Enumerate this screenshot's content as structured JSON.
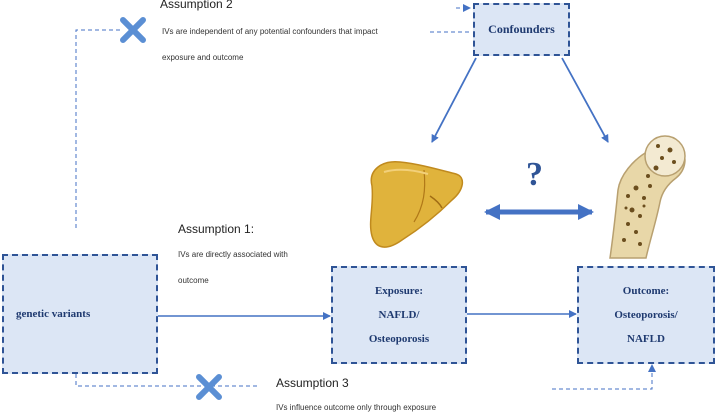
{
  "boxes": {
    "confounders": "Confounders",
    "genetic_variants": "genetic variants",
    "exposure": [
      "Exposure:",
      "NAFLD/",
      "Osteoporosis"
    ],
    "outcome": [
      "Outcome:",
      "Osteoporosis/",
      "NAFLD"
    ]
  },
  "assumptions": {
    "a2": {
      "title": "Assumption 2",
      "text_line1": "IVs are independent of any potential confounders that impact",
      "text_line2": "exposure and outcome"
    },
    "a1": {
      "title": "Assumption 1:",
      "text_line1": "IVs are directly associated with",
      "text_line2": "outcome"
    },
    "a3": {
      "title": "Assumption 3",
      "text_line1": "IVs influence outcome only through exposure"
    }
  },
  "question_mark": "?",
  "colors": {
    "box_fill": "#dce6f5",
    "box_border": "#2f5496",
    "arrow": "#4472c4",
    "cross": "#5b8fd4"
  },
  "icons": [
    "chromosome-icon",
    "liver-icon",
    "femur-bone-icon",
    "cross-icon"
  ]
}
